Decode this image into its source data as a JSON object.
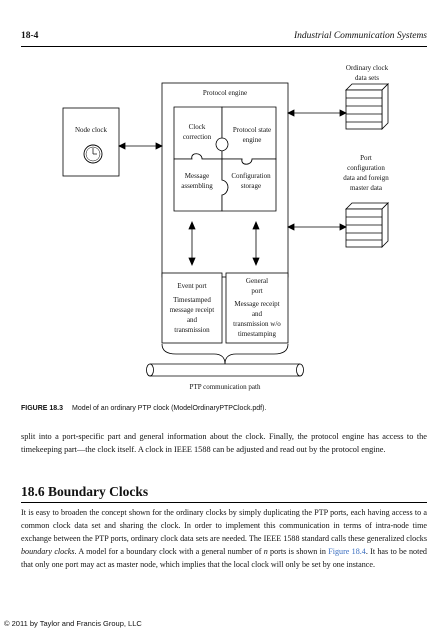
{
  "header": {
    "page_number": "18-4",
    "book_title": "Industrial Communication Systems"
  },
  "figure": {
    "labels": {
      "ordinary_clock_data_sets": [
        "Ordinary clock",
        "data sets"
      ],
      "protocol_engine": "Protocol engine",
      "node_clock": "Node clock",
      "clock_correction": [
        "Clock",
        "correction"
      ],
      "protocol_state_engine": [
        "Protocol state",
        "engine"
      ],
      "message_assembling": [
        "Message",
        "assembling"
      ],
      "configuration_storage": [
        "Configuration",
        "storage"
      ],
      "port_configuration": [
        "Port",
        "configuration",
        "data and foreign",
        "master data"
      ],
      "event_port": "Event port",
      "event_port_desc": [
        "Timestamped",
        "message receipt",
        "and",
        "transmission"
      ],
      "general_port": [
        "General",
        "port"
      ],
      "general_port_desc": [
        "Message receipt",
        "and",
        "transmission w/o",
        "timestamping"
      ],
      "ptp_path": "PTP communication path"
    },
    "caption_label": "FIGURE 18.3",
    "caption_text": "Model of an ordinary PTP clock (ModelOrdinaryPTPClock.pdf)."
  },
  "body_paragraph": "split into a port-specific part and general information about the clock. Finally, the protocol engine has access to the timekeeping part—the clock itself. A clock in IEEE 1588 can be adjusted and read out by the protocol engine.",
  "section": {
    "title": "18.6 Boundary Clocks",
    "text_before_italic": "It is easy to broaden the concept shown for the ordinary clocks by simply duplicating the PTP ports, each having access to a common clock data set and sharing the clock. In order to implement this communication in terms of intra-node time exchange between the PTP ports, ordinary clock data sets are needed. The IEEE 1588 standard calls these generalized clocks ",
    "italic_term": "boundary clocks",
    "text_middle": ". A model for a boundary clock with a general number of ",
    "italic_n": "n",
    "text_before_ref": " ports is shown in ",
    "figure_ref": "Figure 18.4",
    "text_after_ref": ". It has to be noted that only one port may act as master node, which implies that the local clock will only be set by one instance."
  },
  "footer": "© 2011 by Taylor and Francis Group, LLC"
}
